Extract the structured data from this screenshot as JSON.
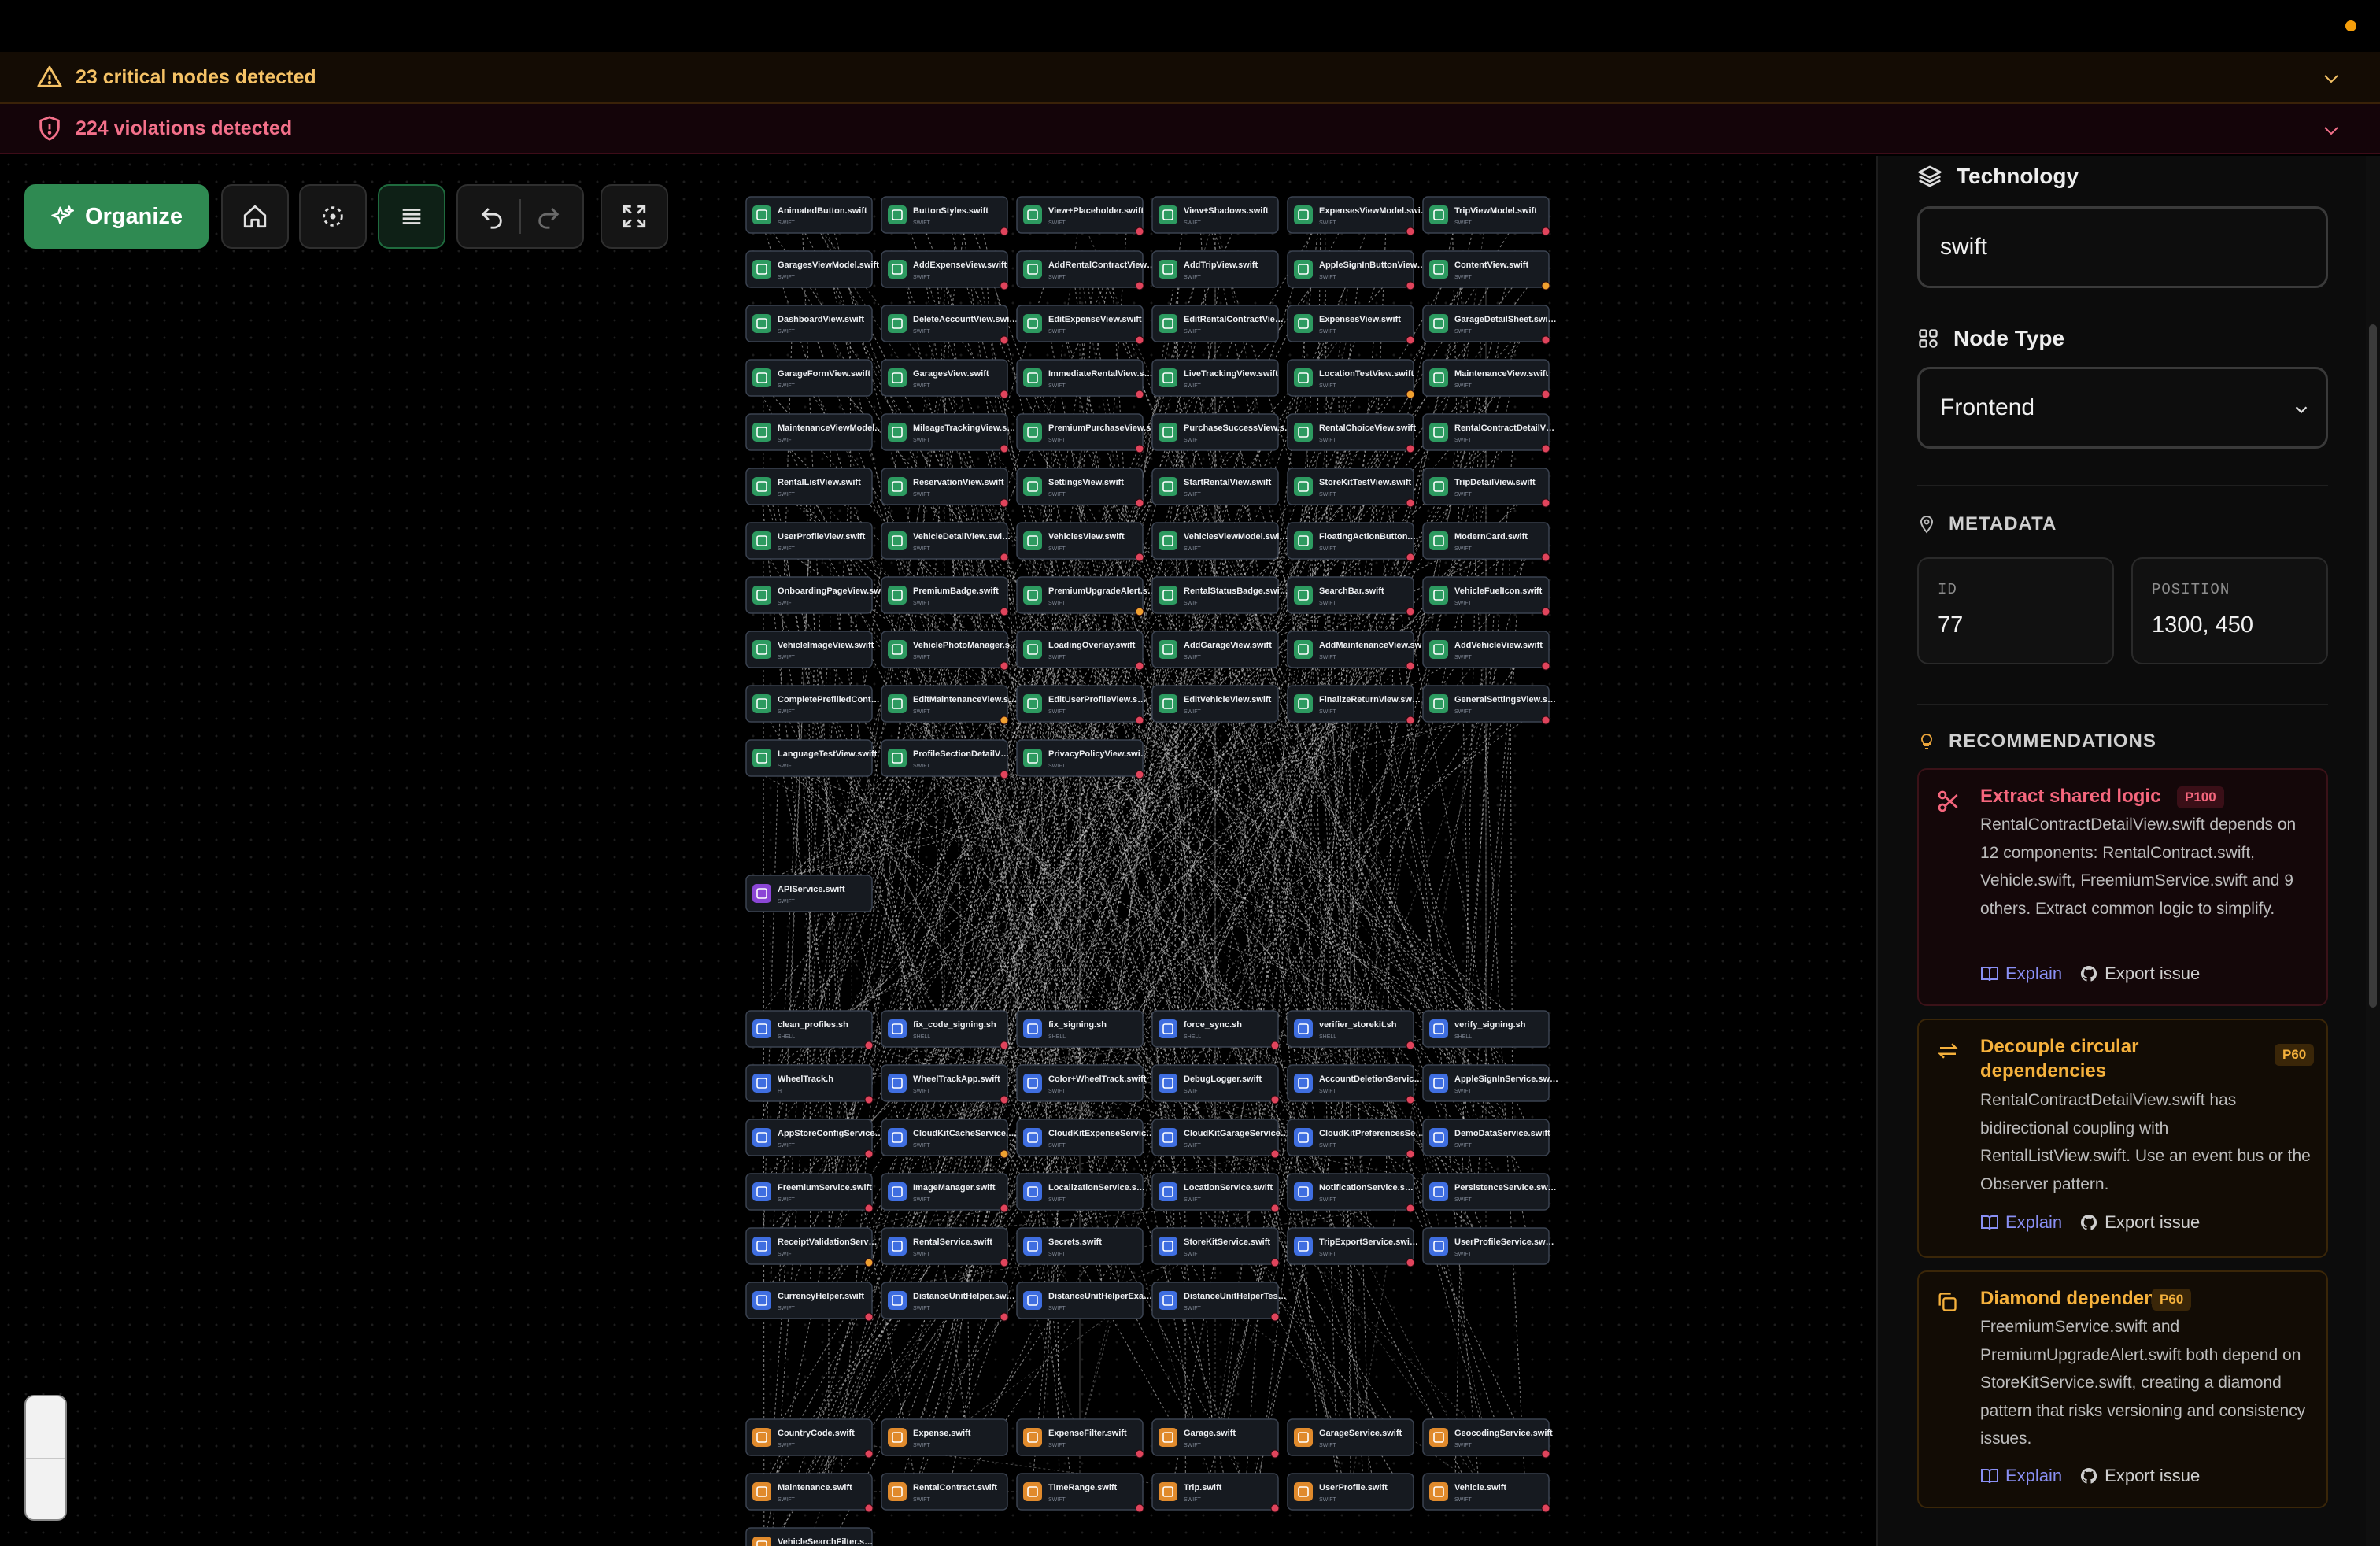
{
  "alerts": {
    "critical": {
      "text": "23 critical nodes detected",
      "color": "#f5c266"
    },
    "violations": {
      "text": "224 violations detected",
      "color": "#f3708a"
    }
  },
  "toolbar": {
    "organize_label": "Organize",
    "buttons": [
      "home-icon",
      "fit-view-icon",
      "layout-icon",
      "undo-icon",
      "redo-icon",
      "fullscreen-icon"
    ],
    "accent": "#2f8a52"
  },
  "graph": {
    "view_nodes": [
      [
        "AnimatedButton.swift",
        "ButtonStyles.swift",
        "View+Placeholder.swift",
        "View+Shadows.swift",
        "ExpensesViewModel.swift",
        "TripViewModel.swift"
      ],
      [
        "GaragesViewModel.swift",
        "AddExpenseView.swift",
        "AddRentalContractView.swift",
        "AddTripView.swift",
        "AppleSignInButtonView.swift",
        "ContentView.swift"
      ],
      [
        "DashboardView.swift",
        "DeleteAccountView.swift",
        "EditExpenseView.swift",
        "EditRentalContractView.swift",
        "ExpensesView.swift",
        "GarageDetailSheet.swift"
      ],
      [
        "GarageFormView.swift",
        "GaragesView.swift",
        "ImmediateRentalView.swift",
        "LiveTrackingView.swift",
        "LocationTestView.swift",
        "MaintenanceView.swift"
      ],
      [
        "MaintenanceViewModel.swift",
        "MileageTrackingView.swift",
        "PremiumPurchaseView.swift",
        "PurchaseSuccessView.swift",
        "RentalChoiceView.swift",
        "RentalContractDetailView.swift"
      ],
      [
        "RentalListView.swift",
        "ReservationView.swift",
        "SettingsView.swift",
        "StartRentalView.swift",
        "StoreKitTestView.swift",
        "TripDetailView.swift"
      ],
      [
        "UserProfileView.swift",
        "VehicleDetailView.swift",
        "VehiclesView.swift",
        "VehiclesViewModel.swift",
        "FloatingActionButton.swift",
        "ModernCard.swift"
      ],
      [
        "OnboardingPageView.swift",
        "PremiumBadge.swift",
        "PremiumUpgradeAlert.swift",
        "RentalStatusBadge.swift",
        "SearchBar.swift",
        "VehicleFuelIcon.swift"
      ],
      [
        "VehicleImageView.swift",
        "VehiclePhotoManager.swift",
        "LoadingOverlay.swift",
        "AddGarageView.swift",
        "AddMaintenanceView.swift",
        "AddVehicleView.swift"
      ],
      [
        "CompletePrefilledContract.swift",
        "EditMaintenanceView.swift",
        "EditUserProfileView.swift",
        "EditVehicleView.swift",
        "FinalizeReturnView.swift",
        "GeneralSettingsView.swift"
      ],
      [
        "LanguageTestView.swift",
        "ProfileSectionDetailView.swift",
        "PrivacyPolicyView.swift"
      ]
    ],
    "api_nodes": [
      "APIService.swift"
    ],
    "service_nodes": [
      [
        "clean_profiles.sh",
        "fix_code_signing.sh",
        "fix_signing.sh",
        "force_sync.sh",
        "verifier_storekit.sh",
        "verify_signing.sh"
      ],
      [
        "WheelTrack.h",
        "WheelTrackApp.swift",
        "Color+WheelTrack.swift",
        "DebugLogger.swift",
        "AccountDeletionService.swift",
        "AppleSignInService.swift"
      ],
      [
        "AppStoreConfigService.swift",
        "CloudKitCacheService.swift",
        "CloudKitExpenseService.swift",
        "CloudKitGarageService.swift",
        "CloudKitPreferencesService.swift",
        "DemoDataService.swift"
      ],
      [
        "FreemiumService.swift",
        "ImageManager.swift",
        "LocalizationService.swift",
        "LocationService.swift",
        "NotificationService.swift",
        "PersistenceService.swift"
      ],
      [
        "ReceiptValidationService.swift",
        "RentalService.swift",
        "Secrets.swift",
        "StoreKitService.swift",
        "TripExportService.swift",
        "UserProfileService.swift"
      ],
      [
        "CurrencyHelper.swift",
        "DistanceUnitHelper.swift",
        "DistanceUnitHelperExample.swift",
        "DistanceUnitHelperTests.swift"
      ]
    ],
    "model_nodes": [
      [
        "CountryCode.swift",
        "Expense.swift",
        "ExpenseFilter.swift",
        "Garage.swift",
        "GarageService.swift",
        "GeocodingService.swift"
      ],
      [
        "Maintenance.swift",
        "RentalContract.swift",
        "TimeRange.swift",
        "Trip.swift",
        "UserProfile.swift",
        "Vehicle.swift"
      ],
      [
        "VehicleSearchFilter.swift"
      ]
    ],
    "subtitles": {
      "swift": "SWIFT",
      "shell": "SHELL",
      "header": "H"
    },
    "colors": {
      "view": "#2d9a60",
      "api": "#8b46d6",
      "service": "#3f6ee0",
      "model": "#e08a2c",
      "critical": "#e0445c",
      "warning": "#f0a030",
      "edge": "#d7d7d7"
    }
  },
  "panel": {
    "technology": {
      "label": "Technology",
      "value": "swift"
    },
    "node_type": {
      "label": "Node Type",
      "value": "Frontend"
    },
    "metadata": {
      "label": "METADATA",
      "id_key": "ID",
      "id_value": "77",
      "pos_key": "POSITION",
      "pos_value": "1300, 450"
    },
    "recommendations": {
      "label": "RECOMMENDATIONS",
      "items": [
        {
          "title": "Extract shared logic",
          "priority": "P100",
          "icon": "scissors-icon",
          "desc": "RentalContractDetailView.swift depends on 12 components: RentalContract.swift, Vehicle.swift, FreemiumService.swift and 9 others. Extract common logic to simplify.",
          "explain": "Explain",
          "export": "Export issue"
        },
        {
          "title": "Decouple circular dependencies",
          "priority": "P60",
          "icon": "arrows-exchange-icon",
          "desc": "RentalContractDetailView.swift has bidirectional coupling with RentalListView.swift. Use an event bus or the Observer pattern.",
          "explain": "Explain",
          "export": "Export issue"
        },
        {
          "title": "Diamond dependency",
          "priority": "P60",
          "icon": "copy-icon",
          "desc": "FreemiumService.swift and PremiumUpgradeAlert.swift both depend on StoreKitService.swift, creating a diamond pattern that risks versioning and consistency issues.",
          "explain": "Explain",
          "export": "Export issue"
        }
      ]
    }
  }
}
